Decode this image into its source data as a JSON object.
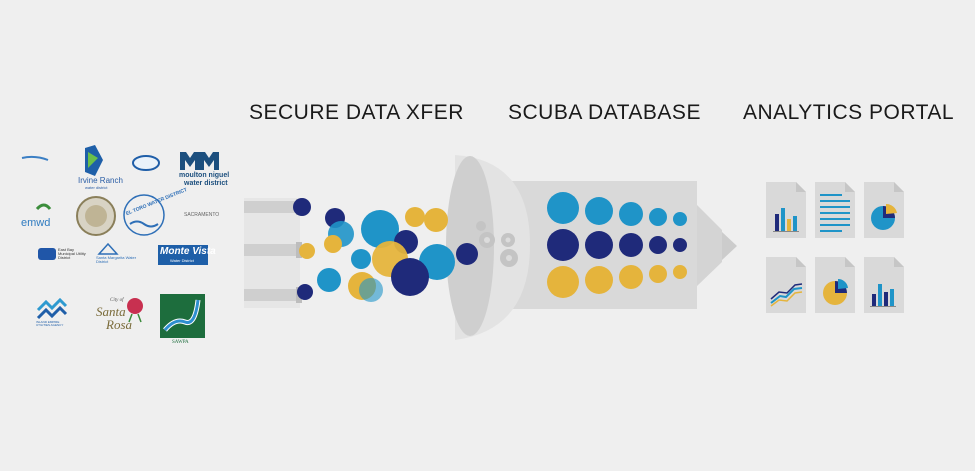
{
  "stages": {
    "xfer": "SECURE DATA XFER",
    "database": "SCUBA DATABASE",
    "portal": "ANALYTICS PORTAL"
  },
  "logos": {
    "irvine": "Irvine Ranch",
    "irvine_sub": "water district",
    "moulton_1": "moulton niguel",
    "moulton_2": "water district",
    "emwd": "emwd",
    "eltoro": "EL TORO WATER DISTRICT",
    "sacramento": "SACRAMENTO",
    "eastbay": "East Bay Municipal Utility District",
    "santamarg": "Santa Margarita Water District",
    "montevista": "Monte Vista",
    "montevista_sub": "Water District",
    "santarosa_1": "City of",
    "santarosa_2": "Santa",
    "santarosa_3": "Rosa",
    "sawpa": "SAWPA",
    "inland": "INLAND EMPIRE UTILITIES AGENCY"
  },
  "colors": {
    "navy": "#1f2a7a",
    "blue": "#1f94c8",
    "gold": "#e5b43c",
    "funnel": "#dcdcdc",
    "pipe": "#d6d6d6",
    "background": "#efefef"
  },
  "icons": [
    "bar-chart-doc-icon",
    "text-doc-icon",
    "pie-chart-doc-icon",
    "line-chart-doc-icon",
    "pie-chart-doc-icon",
    "bar-chart-doc-icon",
    "gear-icon"
  ]
}
